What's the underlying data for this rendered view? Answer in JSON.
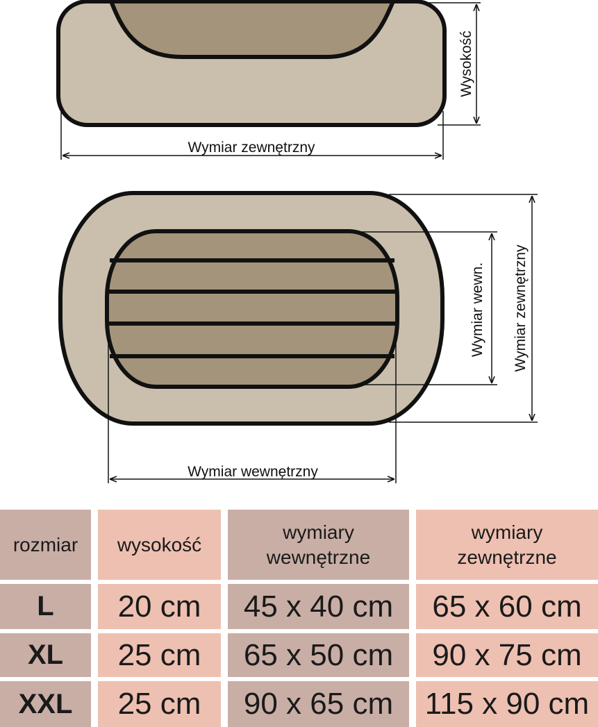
{
  "diagram": {
    "label_height": "Wysokość",
    "label_outer_side": "Wymiar zewnętrzny",
    "label_inner_front": "Wymiar wewn.",
    "label_outer_front": "Wymiar zewnętrzny",
    "label_inner_top": "Wymiar wewnętrzny",
    "colors": {
      "outer": "#c9bfac",
      "inner": "#a3947b",
      "stroke": "#111111"
    }
  },
  "table": {
    "headers": [
      "rozmiar",
      "wysokość",
      "wymiary wewnętrzne",
      "wymiary zewnętrzne"
    ],
    "header_lines": {
      "col3": [
        "wymiary",
        "wewnętrzne"
      ],
      "col4": [
        "wymiary",
        "zewnętrzne"
      ]
    },
    "rows": [
      {
        "size": "L",
        "height": "20 cm",
        "inner": "45 x 40 cm",
        "outer": "65 x 60 cm"
      },
      {
        "size": "XL",
        "height": "25 cm",
        "inner": "65 x 50 cm",
        "outer": "90 x 75 cm"
      },
      {
        "size": "XXL",
        "height": "25 cm",
        "inner": "90 x 65 cm",
        "outer": "115 x 90 cm"
      }
    ],
    "colors": {
      "rose": "#c9aea6",
      "pink": "#eec0b1"
    }
  }
}
